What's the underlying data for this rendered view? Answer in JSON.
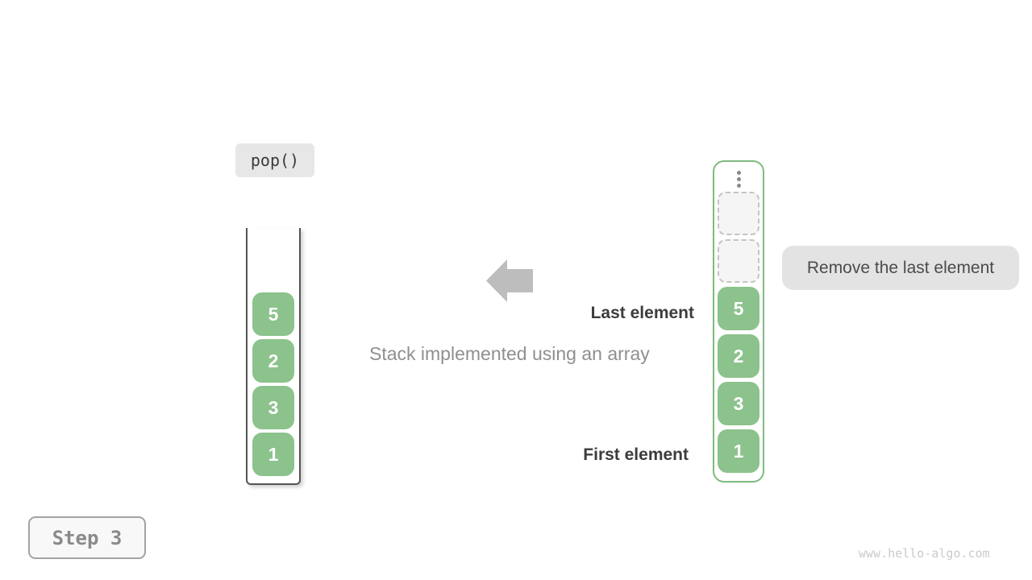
{
  "colors": {
    "green_box": "#8cc28c",
    "green_border": "#7fba7f",
    "arrow_gray": "#bdbdbd",
    "label_bg": "#e7e7e7",
    "note_bg": "#e3e3e3",
    "dark_text": "#3c3c3c",
    "mid_gray_text": "#8f8f8f"
  },
  "operation": {
    "label": "pop()"
  },
  "left_stack": {
    "items": [
      "5",
      "2",
      "3",
      "1"
    ]
  },
  "right_stack": {
    "items": [
      "5",
      "2",
      "3",
      "1"
    ],
    "empty_slot_count": 2,
    "ellipsis_icon": "vertical-dots"
  },
  "annotations": {
    "last_element": "Last element",
    "first_element": "First element",
    "caption": "Stack implemented using an array",
    "remove_note": "Remove the last element"
  },
  "step": {
    "label": "Step 3"
  },
  "watermark": "www.hello-algo.com"
}
